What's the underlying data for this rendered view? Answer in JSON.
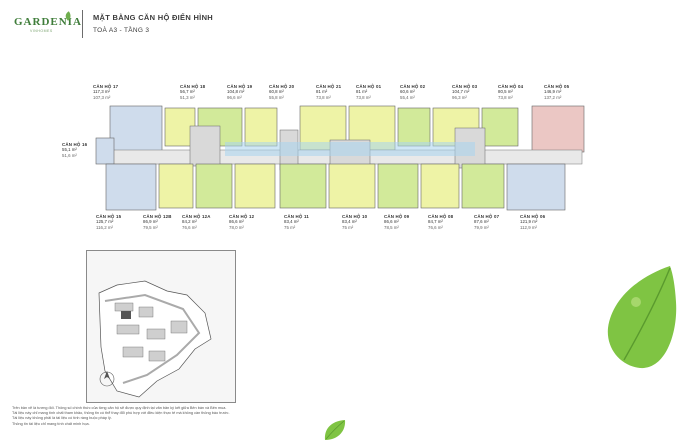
{
  "brand": {
    "logo": "GARDENIA",
    "logo_sub": "VINHOMES"
  },
  "header": {
    "title": "MẶT BẰNG CĂN HỘ ĐIỂN HÌNH",
    "subtitle": "TOÀ A3 - TẦNG 3"
  },
  "units": [
    {
      "id": "17",
      "name": "CĂN HỘ 17",
      "area1": "117,3 m²",
      "area2": "107,3 m²"
    },
    {
      "id": "18",
      "name": "CĂN HỘ 18",
      "area1": "56,7 m²",
      "area2": "51,3 m²"
    },
    {
      "id": "19",
      "name": "CĂN HỘ 19",
      "area1": "104,8 m²",
      "area2": "96,6 m²"
    },
    {
      "id": "20",
      "name": "CĂN HỘ 20",
      "area1": "60,8 m²",
      "area2": "55,8 m²"
    },
    {
      "id": "21",
      "name": "CĂN HỘ 21",
      "area1": "81 m²",
      "area2": "73,8 m²"
    },
    {
      "id": "01",
      "name": "CĂN HỘ 01",
      "area1": "81 m²",
      "area2": "73,8 m²"
    },
    {
      "id": "02",
      "name": "CĂN HỘ 02",
      "area1": "60,6 m²",
      "area2": "55,4 m²"
    },
    {
      "id": "03",
      "name": "CĂN HỘ 03",
      "area1": "104,7 m²",
      "area2": "96,3 m²"
    },
    {
      "id": "04",
      "name": "CĂN HỘ 04",
      "area1": "80,5 m²",
      "area2": "73,8 m²"
    },
    {
      "id": "05",
      "name": "CĂN HỘ 05",
      "area1": "146,9 m²",
      "area2": "137,2 m²"
    },
    {
      "id": "16",
      "name": "CĂN HỘ 16",
      "area1": "55,1 m²",
      "area2": "51,6 m²"
    },
    {
      "id": "15",
      "name": "CĂN HỘ 15",
      "area1": "125,7 m²",
      "area2": "116,2 m²"
    },
    {
      "id": "12B",
      "name": "CĂN HỘ 12B",
      "area1": "86,9 m²",
      "area2": "79,5 m²"
    },
    {
      "id": "12A",
      "name": "CĂN HỘ 12A",
      "area1": "84,2 m²",
      "area2": "76,6 m²"
    },
    {
      "id": "12",
      "name": "CĂN HỘ 12",
      "area1": "86,6 m²",
      "area2": "78,0 m²"
    },
    {
      "id": "11",
      "name": "CĂN HỘ 11",
      "area1": "83,4 m²",
      "area2": "75 m²"
    },
    {
      "id": "10",
      "name": "CĂN HỘ 10",
      "area1": "83,4 m²",
      "area2": "75 m²"
    },
    {
      "id": "09",
      "name": "CĂN HỘ 09",
      "area1": "86,6 m²",
      "area2": "78,5 m²"
    },
    {
      "id": "08",
      "name": "CĂN HỘ 08",
      "area1": "84,7 m²",
      "area2": "76,6 m²"
    },
    {
      "id": "07",
      "name": "CĂN HỘ 07",
      "area1": "87,6 m²",
      "area2": "79,9 m²"
    },
    {
      "id": "06",
      "name": "CĂN HỘ 06",
      "area1": "121,9 m²",
      "area2": "112,9 m²"
    }
  ],
  "notes": [
    "Trên bản vẽ là tương đối. Thông số chính thức của từng căn hộ sẽ được quy định tại văn bản ký kết giữa Bên bán và Bên mua.",
    "Tài liệu này chỉ mang tính chất tham khảo, thông tin có thể thay đổi phù hợp với điều kiện thực tế mà không cần thông báo trước.",
    "Tài liệu này không phải là tài liệu có tính ràng buộc pháp lý.",
    "Thông tin tài liệu chỉ mang tính chất minh họa."
  ],
  "colors": {
    "yellow": "#eef3a6",
    "green": "#d2ea9a",
    "pink": "#ebc7c4",
    "blue": "#cfdcec",
    "core": "#d9d9d9",
    "accent": "#3f7d3a"
  }
}
